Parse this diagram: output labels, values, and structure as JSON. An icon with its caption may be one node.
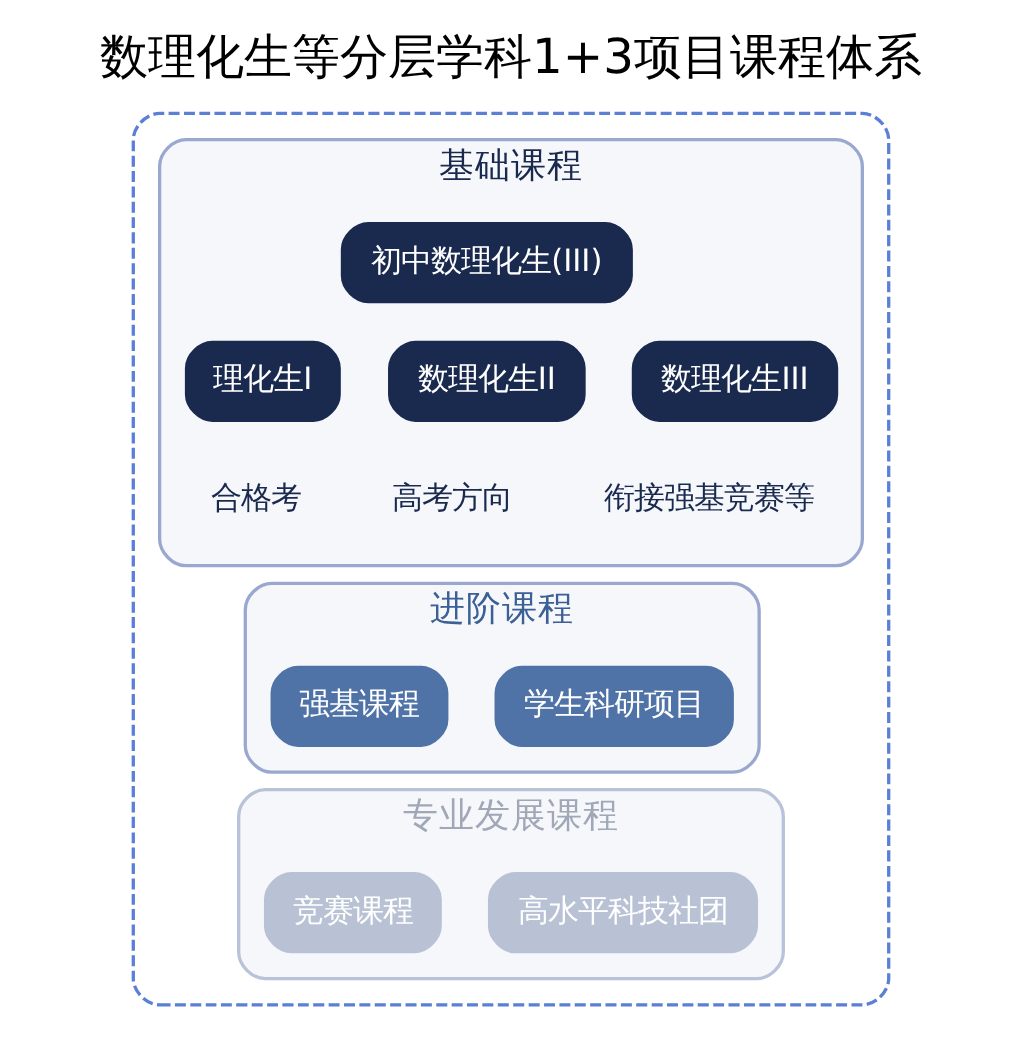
{
  "diagram": {
    "title": "数理化生等分层学科1+3项目课程体系",
    "nodes": [
      {
        "text": [],
        "shape": "box"
      },
      {
        "text": [
          "基础课程"
        ],
        "in": 0
      },
      {
        "text": [
          "初中数理化生(III)"
        ],
        "in": 1
      },
      {
        "text": [
          "理化生I"
        ],
        "in": 1,
        "beside": [
          "合格考"
        ]
      },
      {
        "text": [
          "数理化生II"
        ],
        "in": 1,
        "beside": [
          "高考方向"
        ]
      },
      {
        "text": [
          "数理化生III"
        ],
        "in": 1,
        "beside": [
          "衔接强基竞赛等"
        ]
      },
      {
        "text": [
          "进阶课程"
        ],
        "in": 0
      },
      {
        "text": [
          "强基课程"
        ],
        "in": 6
      },
      {
        "text": [
          "学生科研项目"
        ],
        "in": 6
      },
      {
        "text": [
          "专业发展课程"
        ],
        "in": 0
      },
      {
        "text": [
          "竞赛课程"
        ],
        "in": 9
      },
      {
        "text": [
          "高水平科技社团"
        ],
        "in": 9
      }
    ]
  }
}
